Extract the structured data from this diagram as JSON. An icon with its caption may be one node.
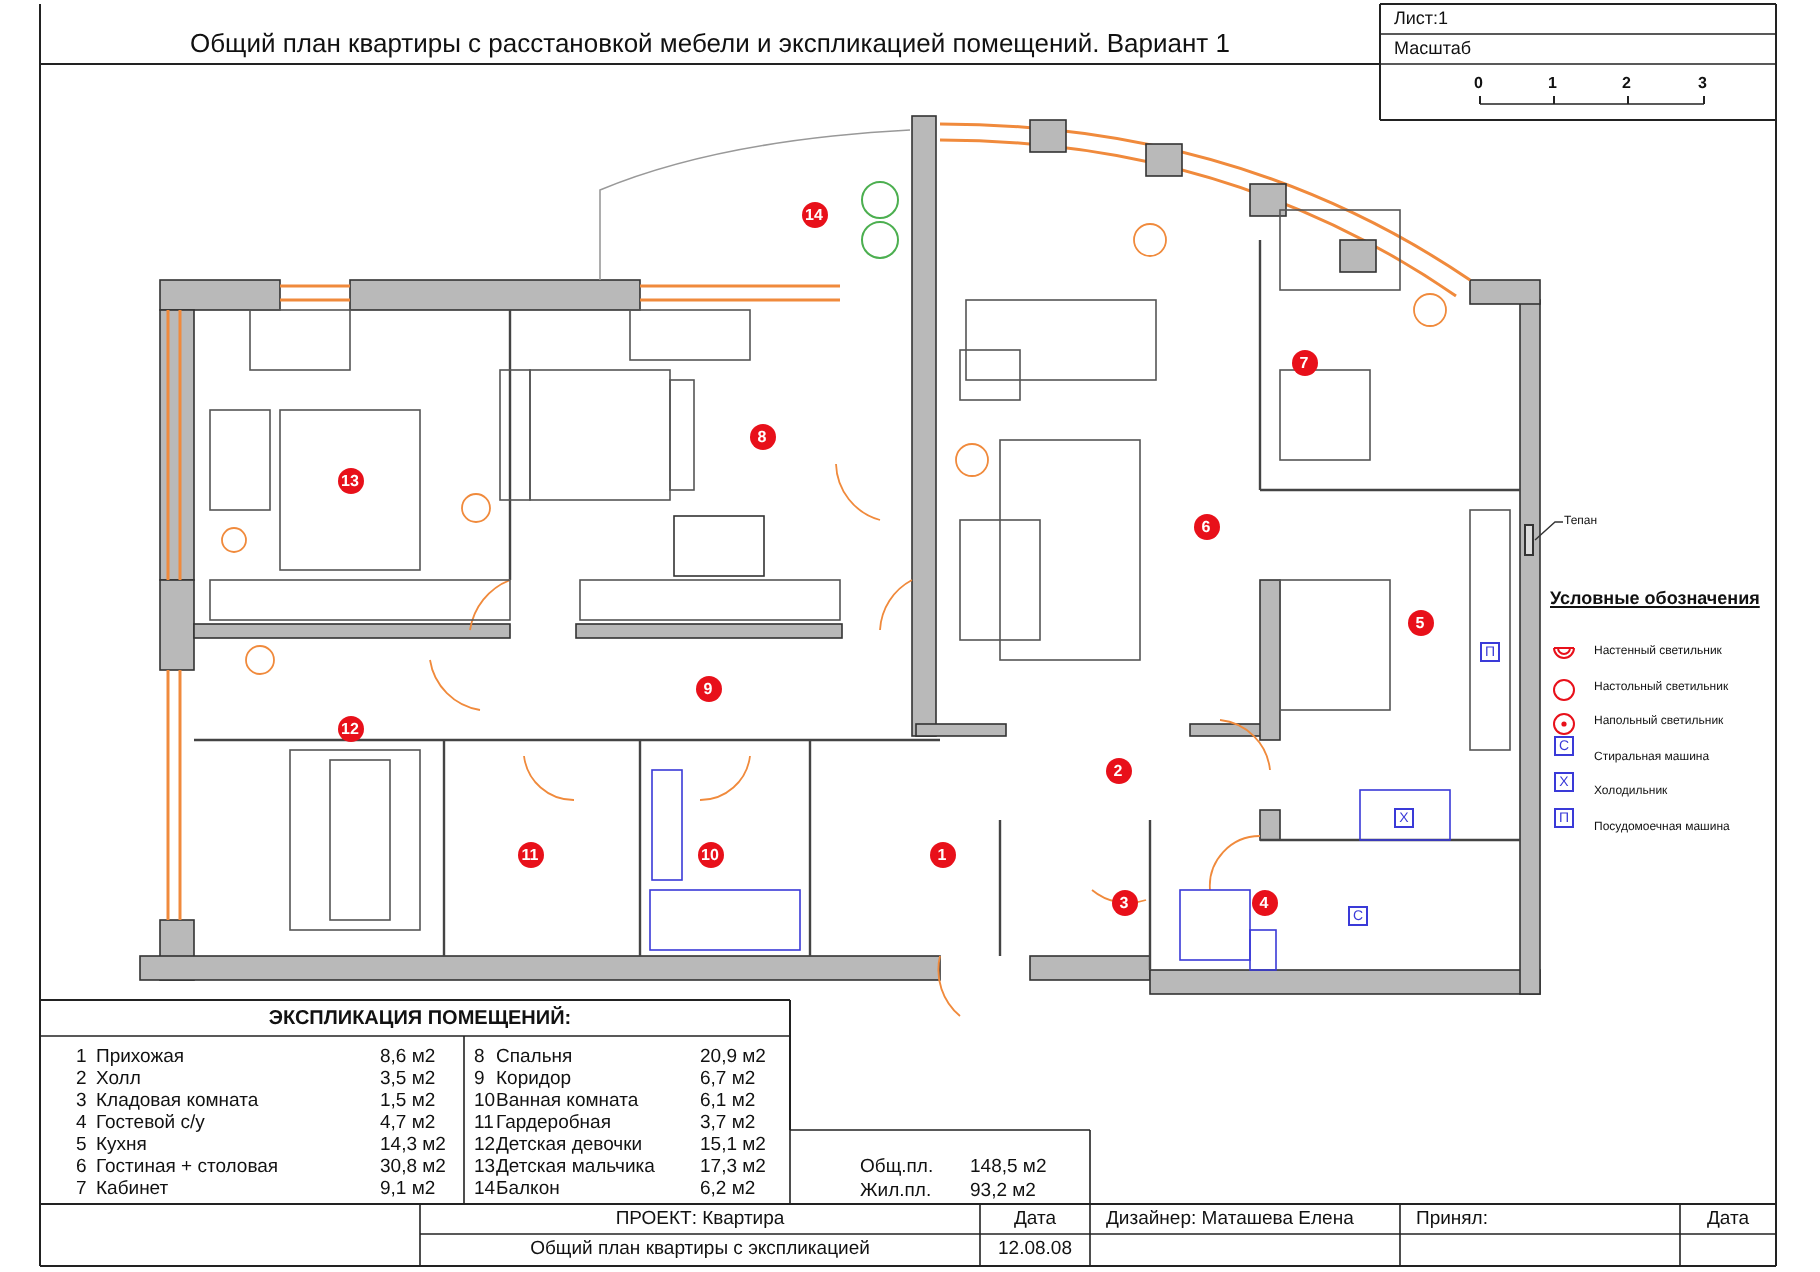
{
  "diagram": {
    "title": "Общий план квартиры с расстановкой мебели и экспликацией помещений. Вариант 1",
    "nodes": [
      {
        "text": [
          "Тепан"
        ]
      },
      {
        "text": [],
        "shape": "box"
      }
    ],
    "edges": [
      {
        "from": 0,
        "to": 1,
        "arrow": "none"
      }
    ],
    "labels": [
      "Лист:1",
      "Масштаб",
      "0",
      "1",
      "2",
      "3",
      "14",
      "7",
      "13",
      "8",
      "6",
      "5",
      "12",
      "9",
      "2",
      "11",
      "10",
      "1",
      "3",
      "4",
      "Условные обозначения",
      "С",
      "Х",
      "П",
      "П",
      "Х",
      "С",
      "ЭКСПЛИКАЦИЯ ПОМЕЩЕНИЙ:",
      "1",
      "Прихожая",
      "8,6 м2",
      "8",
      "Спальня",
      "20,9 м2",
      "2",
      "Холл",
      "3,5 м2",
      "9",
      "Коридор",
      "6,7 м2",
      "3",
      "Кладовая комната",
      "1,5 м2",
      "10",
      "Ванная комната",
      "6,1 м2",
      "4",
      "Гостевой с/у",
      "4,7 м2",
      "11",
      "Гардеробная",
      "3,7 м2",
      "5",
      "Кухня",
      "14,3 м2",
      "12",
      "Детская девочки",
      "15,1 м2",
      "6",
      "Гостиная + столовая",
      "30,8 м2",
      "13",
      "Детская мальчика",
      "17,3 м2",
      "7",
      "Кабинет",
      "9,1 м2",
      "14",
      "Балкон",
      "6,2 м2",
      "Общ.пл.",
      "148,5 м2",
      "Жил.пл.",
      "93,2 м2",
      "ПРОЕКТ: Квартира",
      "Дата",
      "Дизайнер: Маташева Елена",
      "Принял:",
      "Дата",
      "Общий план квартиры с экспликацией",
      "12.08.08"
    ],
    "legend": [
      {
        "text": "Настенный светильник"
      },
      {
        "text": "Настольный светильник"
      },
      {
        "text": "Напольный светильник"
      },
      {
        "text": "Стиральная машина"
      },
      {
        "text": "Холодильник"
      },
      {
        "text": "Посудомоечная машина"
      }
    ]
  }
}
